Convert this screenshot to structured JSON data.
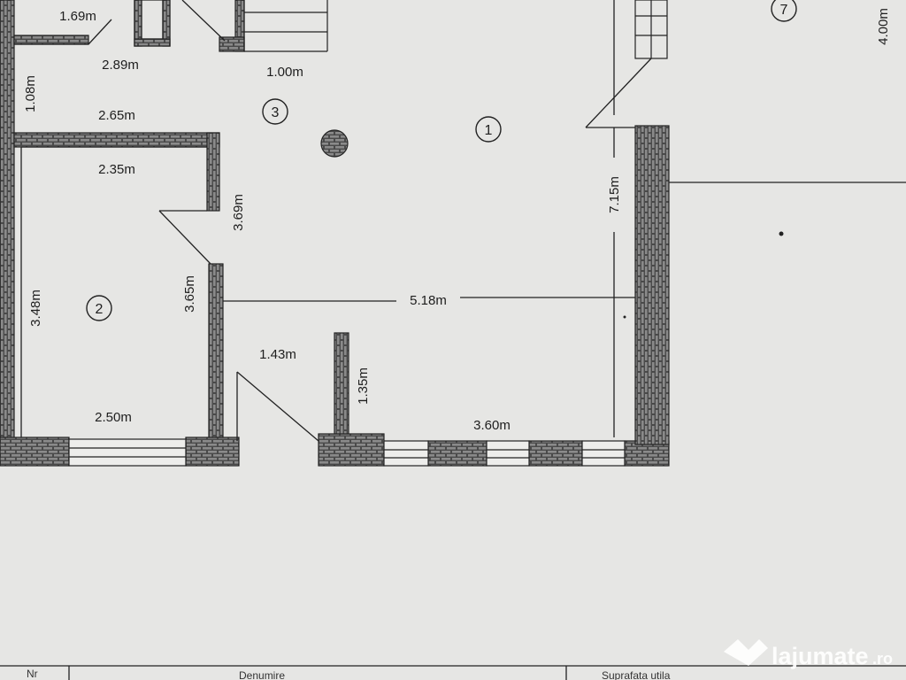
{
  "dimensions": {
    "d_1_69": "1.69m",
    "d_2_89": "2.89m",
    "d_1_00": "1.00m",
    "d_1_08": "1.08m",
    "d_2_65": "2.65m",
    "d_2_35": "2.35m",
    "d_3_69": "3.69m",
    "d_7_15": "7.15m",
    "d_4_00": "4.00m",
    "d_3_48": "3.48m",
    "d_3_65": "3.65m",
    "d_5_18": "5.18m",
    "d_1_43": "1.43m",
    "d_1_35": "1.35m",
    "d_2_50": "2.50m",
    "d_3_60": "3.60m"
  },
  "rooms": {
    "r1": "1",
    "r2": "2",
    "r3": "3",
    "r7": "7"
  },
  "table_header": {
    "col1": "Nr",
    "col2": "Denumire",
    "col3": "Suprafata utila"
  },
  "watermark": {
    "brand": "lajumate",
    "tld": ".ro"
  },
  "colors": {
    "paper": "#e6e6e4",
    "ink": "#1e1e1e",
    "wall_fill": "#5a5a5a"
  }
}
